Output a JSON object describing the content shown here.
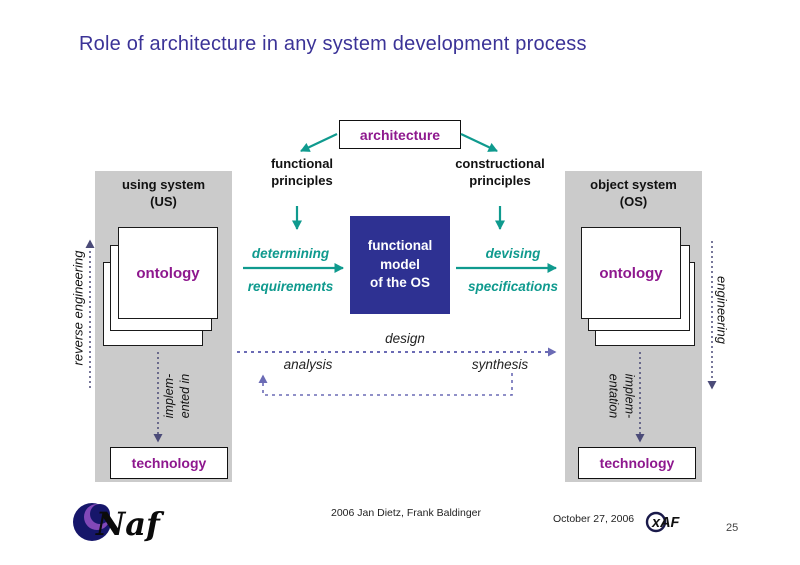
{
  "colors": {
    "title": "#3b3397",
    "purple_text": "#8e188e",
    "teal_arrow": "#0f9a8e",
    "center_box_bg": "#2e3192",
    "center_box_text": "#ffffff",
    "panel_gray": "#cbcbcb",
    "dotted_purple": "#6b6bb5",
    "dotted_gray": "#4b4b78"
  },
  "slide": {
    "title": "Role of architecture in any system development process",
    "footer_credit": "2006 Jan Dietz, Frank Baldinger",
    "footer_date": "October 27, 2006",
    "page_number": "25",
    "logo_left": "Naf",
    "logo_right": "xAF"
  },
  "architecture": {
    "label": "architecture"
  },
  "principles": {
    "left_line1": "functional",
    "left_line2": "principles",
    "right_line1": "constructional",
    "right_line2": "principles"
  },
  "using_system": {
    "title_line1": "using system",
    "title_line2": "(US)",
    "ontology": "ontology",
    "technology": "technology",
    "side_label": "reverse engineering",
    "implement_line1": "implem-",
    "implement_line2": "ented in"
  },
  "object_system": {
    "title_line1": "object system",
    "title_line2": "(OS)",
    "ontology": "ontology",
    "technology": "technology",
    "side_label": "engineering",
    "implement_line1": "implem-",
    "implement_line2": "entation"
  },
  "center_box": {
    "line1": "functional",
    "line2": "model",
    "line3": "of the OS"
  },
  "flows": {
    "determining": "determining",
    "requirements": "requirements",
    "devising": "devising",
    "specifications": "specifications",
    "design": "design",
    "analysis": "analysis",
    "synthesis": "synthesis"
  }
}
